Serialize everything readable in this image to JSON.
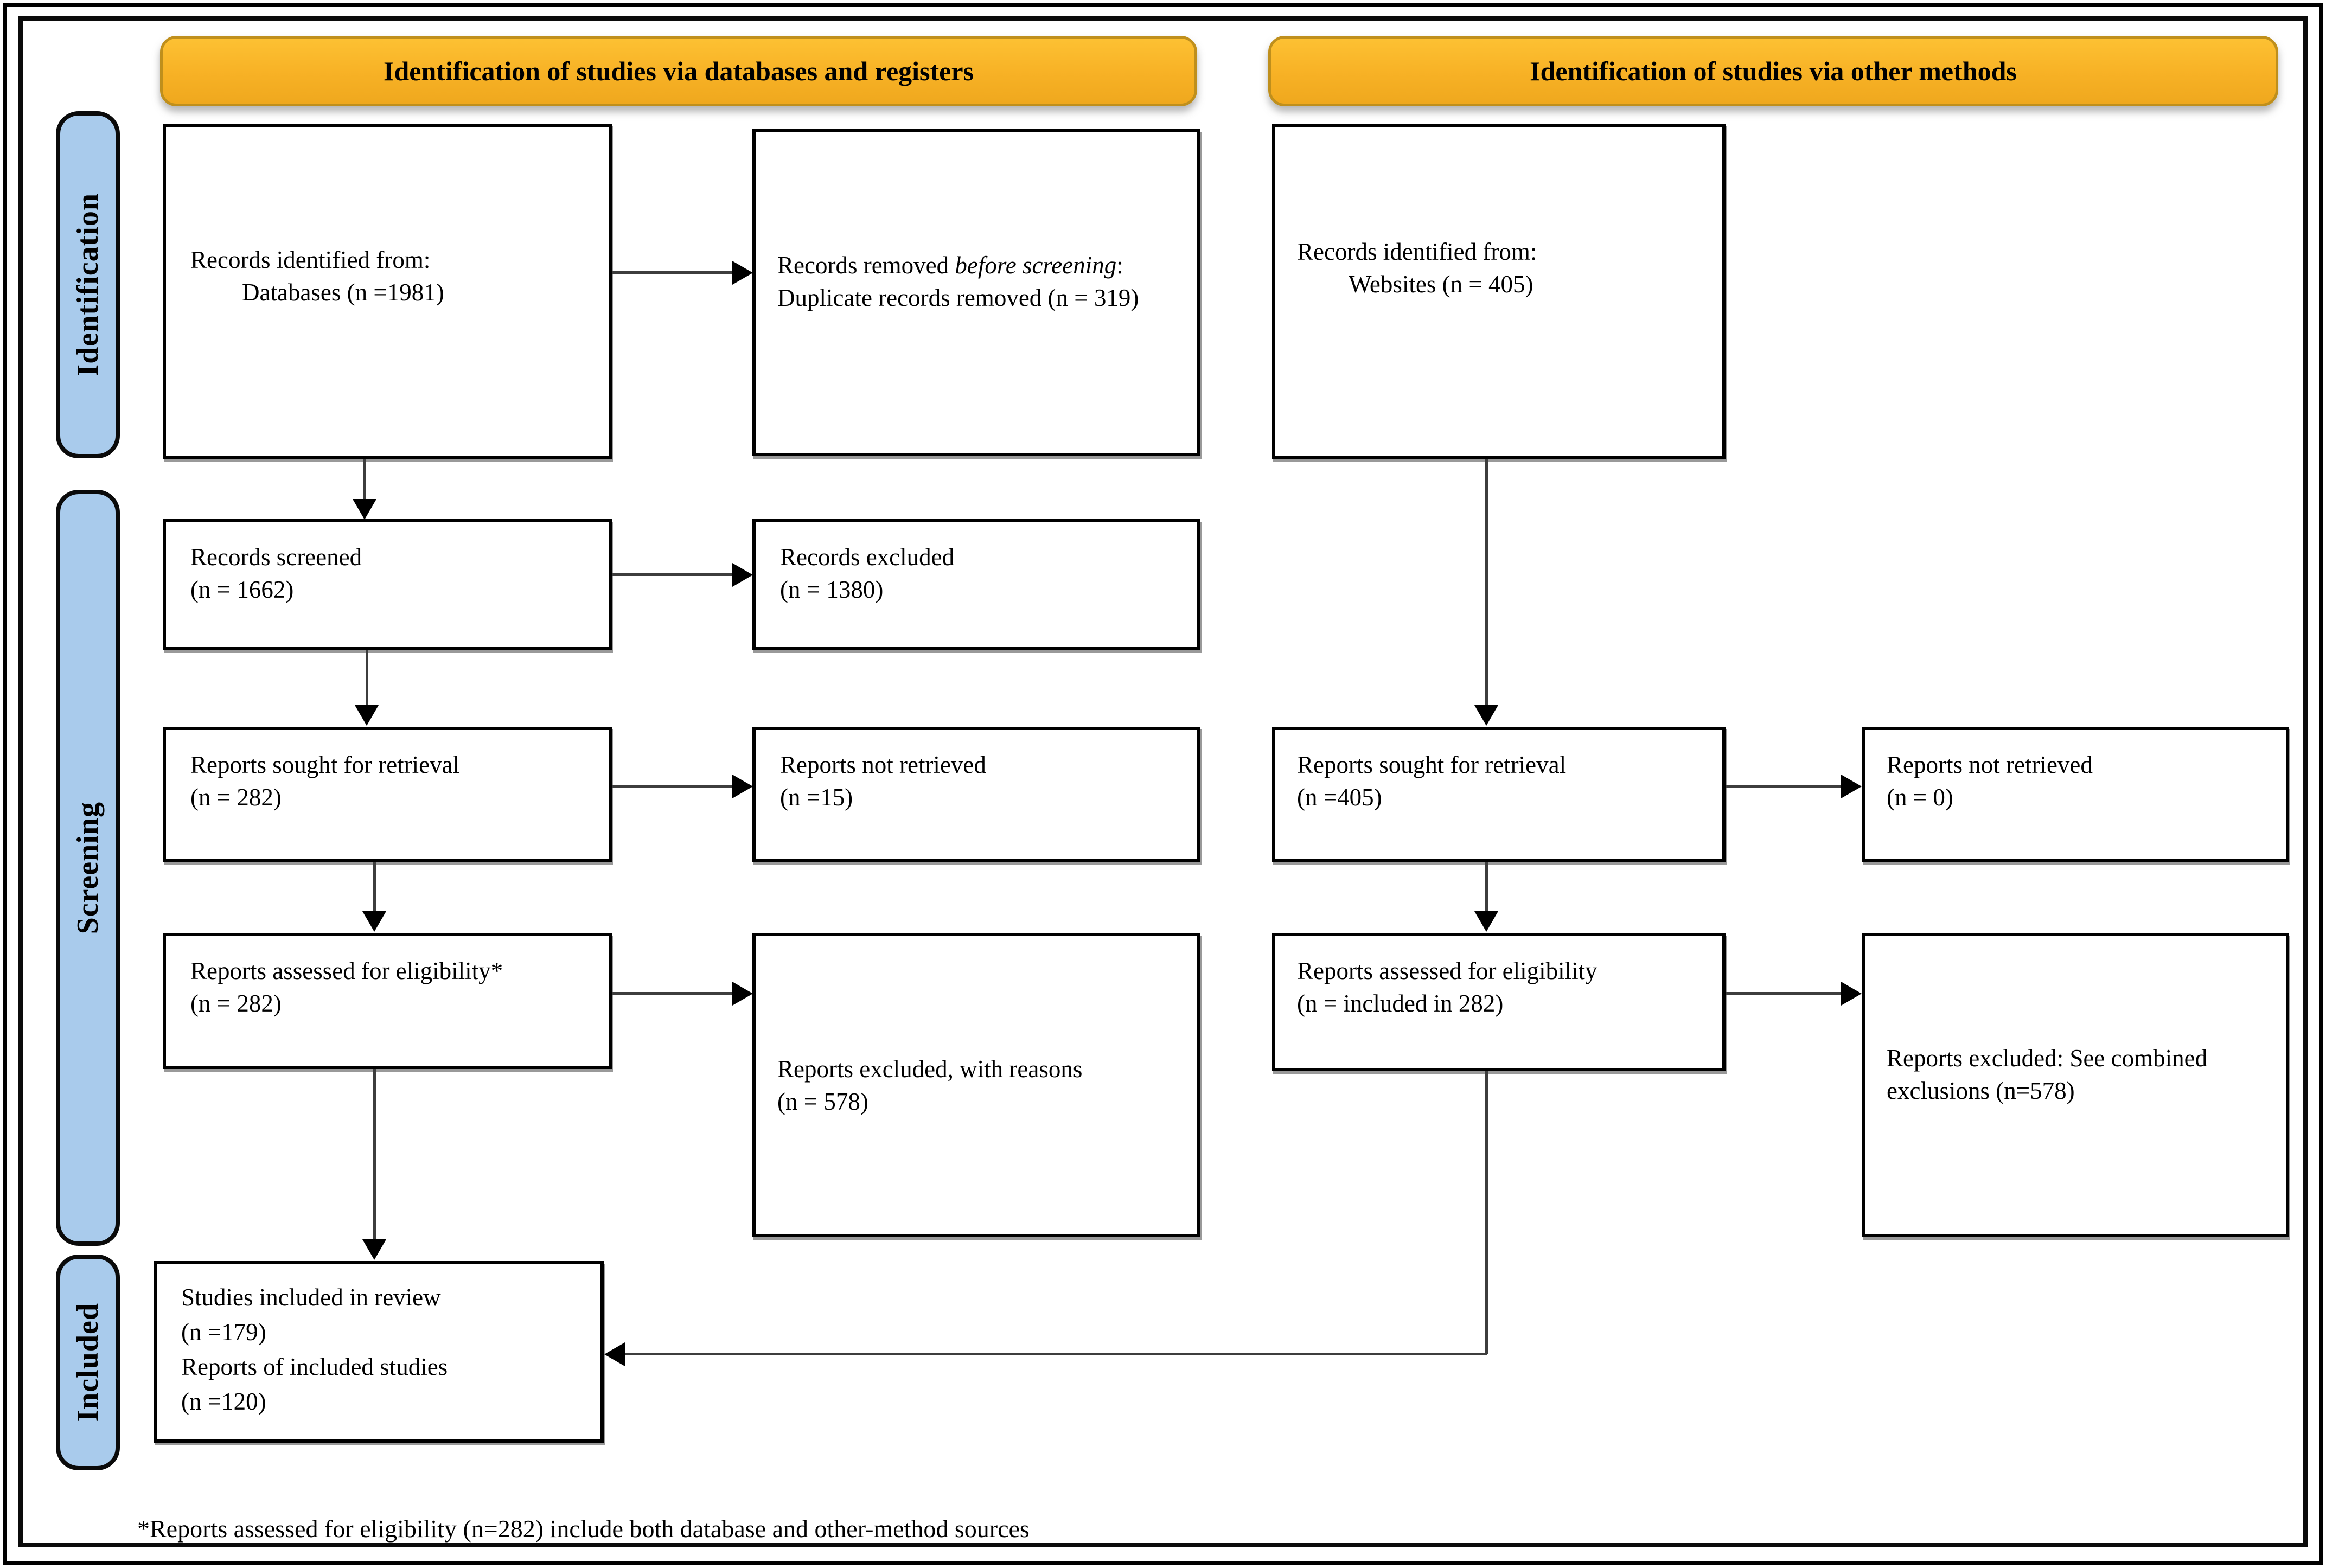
{
  "banners": [
    {
      "label": "Identification of studies via databases and registers"
    },
    {
      "label": "Identification of studies via other methods"
    }
  ],
  "stages": [
    {
      "label": "Identification"
    },
    {
      "label": "Screening"
    },
    {
      "label": "Included"
    }
  ],
  "boxes": {
    "db_identified": {
      "line1": "Records identified from:",
      "line2": "Databases (n =1981)"
    },
    "removed_before_screening": {
      "line1_pre": "Records removed ",
      "line1_italic": "before screening",
      "line1_post": ":",
      "line2": "Duplicate records removed (n = 319)"
    },
    "web_identified": {
      "line1": "Records identified from:",
      "line2": "Websites (n = 405)"
    },
    "records_screened": {
      "line1": "Records screened",
      "line2": "(n = 1662)"
    },
    "records_excluded": {
      "line1": "Records excluded",
      "line2": "(n = 1380)"
    },
    "reports_sought_db": {
      "line1": "Reports sought for retrieval",
      "line2": "(n = 282)"
    },
    "reports_not_retrieved_db": {
      "line1": "Reports not retrieved",
      "line2": "(n =15)"
    },
    "reports_sought_other": {
      "line1": "Reports sought for retrieval",
      "line2": "(n =405)"
    },
    "reports_not_retrieved_other": {
      "line1": "Reports not retrieved",
      "line2": "(n = 0)"
    },
    "reports_assessed_db": {
      "line1": "Reports assessed for eligibility*",
      "line2": "(n = 282)"
    },
    "reports_excluded_reasons": {
      "line1": "Reports excluded, with reasons",
      "line2": "(n = 578)"
    },
    "reports_assessed_other": {
      "line1": "Reports assessed for eligibility",
      "line2": "(n = included in 282)"
    },
    "reports_excluded_combined": {
      "line1": "Reports excluded: See combined",
      "line2": "exclusions (n=578)"
    },
    "studies_included": {
      "line1": "Studies included in review",
      "line2": "(n =179)",
      "line3": "Reports of included studies",
      "line4": "(n =120)"
    }
  },
  "footnote": "*Reports assessed for eligibility (n=282) include both database and other-method sources",
  "colors": {
    "banner_fill": "#F7B125",
    "banner_border": "#BF8F1C",
    "stage_fill": "#A9CBEC",
    "box_border": "#000000",
    "connector_line": "#3D3D3D",
    "arrowhead": "#000000"
  }
}
